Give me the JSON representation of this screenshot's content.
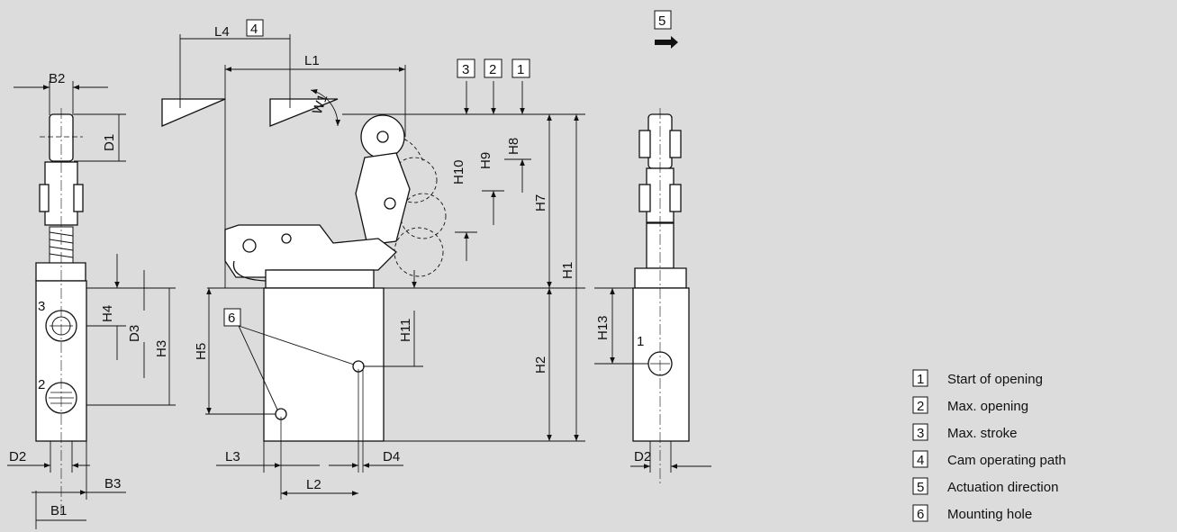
{
  "legend": [
    {
      "num": "1",
      "text": "Start of opening"
    },
    {
      "num": "2",
      "text": "Max. opening"
    },
    {
      "num": "3",
      "text": "Max. stroke"
    },
    {
      "num": "4",
      "text": "Cam operating path"
    },
    {
      "num": "5",
      "text": "Actuation direction"
    },
    {
      "num": "6",
      "text": "Mounting hole"
    }
  ],
  "dimensions": {
    "b1": "B1",
    "b2": "B2",
    "b3": "B3",
    "d1": "D1",
    "d2": "D2",
    "d3": "D3",
    "d4": "D4",
    "h1": "H1",
    "h2": "H2",
    "h3": "H3",
    "h4": "H4",
    "h5": "H5",
    "h7": "H7",
    "h8": "H8",
    "h9": "H9",
    "h10": "H10",
    "h11": "H11",
    "h13": "H13",
    "l1": "L1",
    "l2": "L2",
    "l3": "L3",
    "l4": "L4",
    "w1": "W1"
  },
  "ports": {
    "p1": "1",
    "p2": "2",
    "p3": "3"
  },
  "callouts": {
    "c1": "1",
    "c2": "2",
    "c3": "3",
    "c4": "4",
    "c5": "5",
    "c6": "6"
  }
}
